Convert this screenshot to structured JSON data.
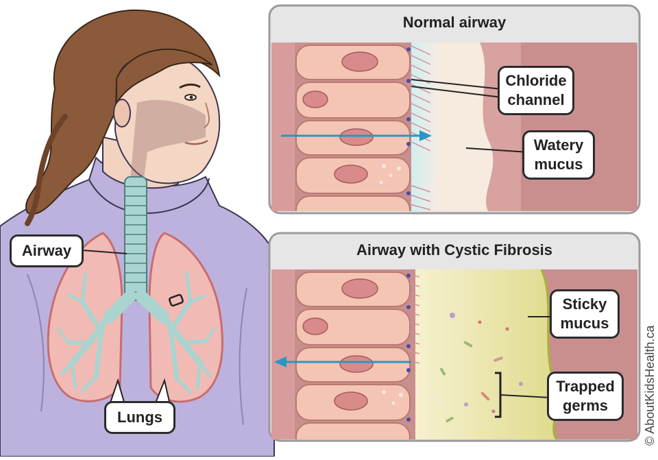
{
  "panels": {
    "normal": {
      "title": "Normal airway"
    },
    "cf": {
      "title": "Airway with Cystic Fibrosis"
    }
  },
  "labels": {
    "airway": "Airway",
    "lungs": "Lungs",
    "chloride_channel": [
      "Chloride",
      "channel"
    ],
    "watery_mucus": [
      "Watery",
      "mucus"
    ],
    "sticky_mucus": [
      "Sticky",
      "mucus"
    ],
    "trapped_germs": [
      "Trapped",
      "germs"
    ]
  },
  "credit": "© AboutKidsHealth.ca",
  "colors": {
    "sweater": "#bdb2dd",
    "tissue": "#e8a9a0",
    "cell": "#f4c4b4",
    "nucleus": "#d98a8a",
    "airway_tube": "#a9d4cf",
    "arrow": "#2a96c4",
    "sticky_mucus": "#e9e6a8",
    "watery_mucus": "#f7ebe0",
    "panel_header": "#e6e6e6"
  }
}
